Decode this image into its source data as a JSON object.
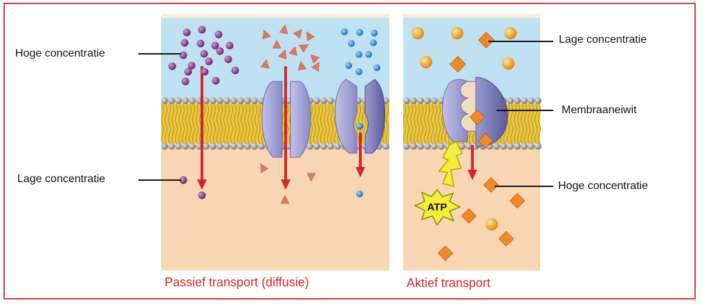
{
  "labels": {
    "left_high": "Hoge concentratie",
    "left_low": "Lage concentratie",
    "right_low": "Lage concentratie",
    "right_protein": "Membraaneiwit",
    "right_high": "Hoge concentratie"
  },
  "captions": {
    "passive": "Passief transport (diffusie)",
    "active": "Aktief transport"
  },
  "atp": "ATP",
  "colors": {
    "frame": "#d93a3a",
    "outside": "#bfe2f2",
    "inside": "#f8d6b4",
    "panel_bg": "#f6edd6",
    "lipid_tail": "#e9c640",
    "lipid_head": "#9a9a9a",
    "protein": "#a8a8d8",
    "arrow": "#d9232b",
    "purple": "#8a2f8a",
    "salmon": "#e07860",
    "blue": "#2a8bd6",
    "orange": "#f2a52a",
    "orange_square": "#f08a25",
    "atp_star": "#f4ee3a",
    "caption": "#d8242c"
  }
}
